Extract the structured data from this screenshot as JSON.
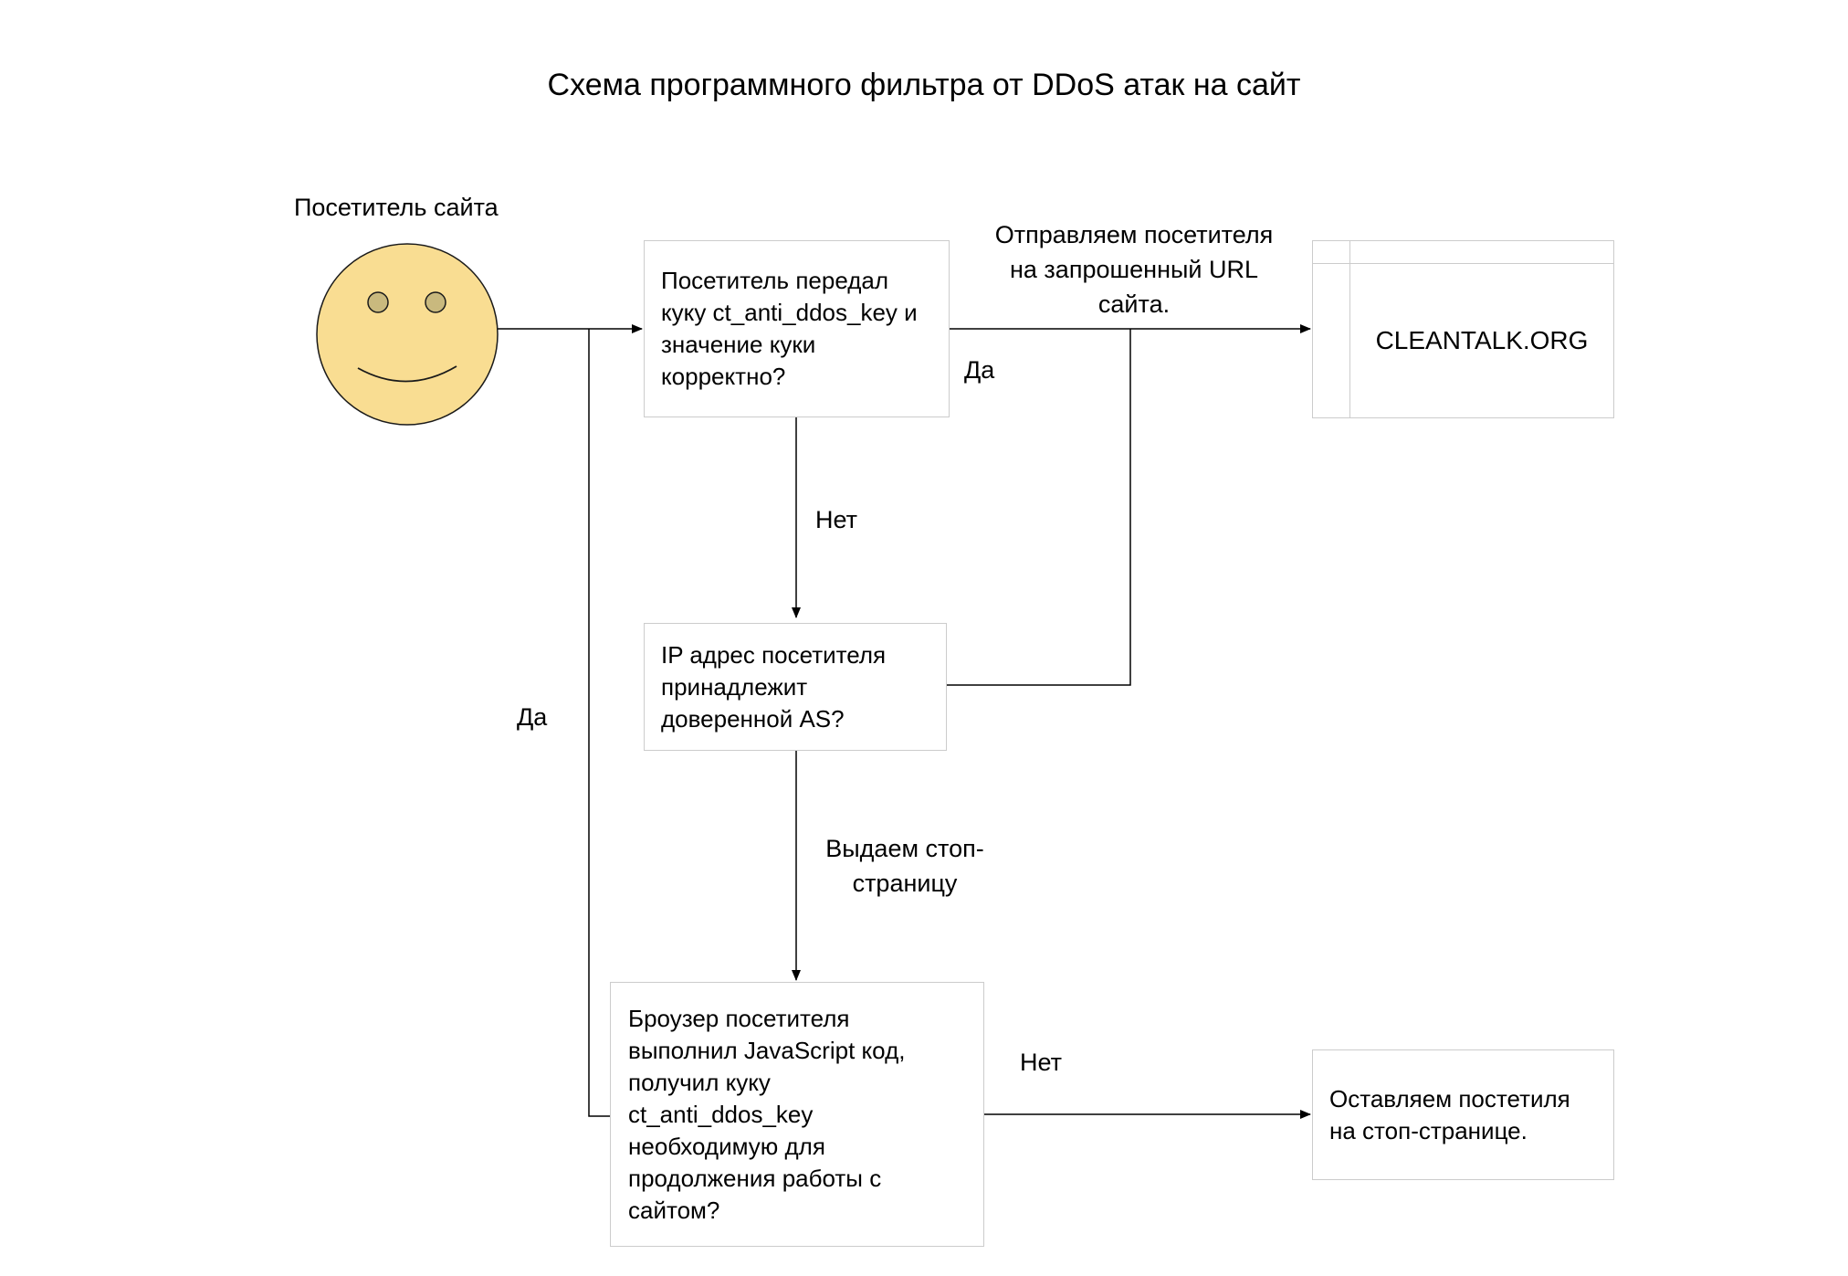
{
  "title": "Схема программного фильтра от DDoS атак на сайт",
  "visitor": {
    "label": "Посетитель сайта"
  },
  "nodes": {
    "cookie_check": "Посетитель передал куку ct_anti_ddos_key и значение куки корректно?",
    "as_check": "IP адрес посетителя принадлежит доверенной AS?",
    "js_check": "Броузер посетителя выполнил JavaScript код, получил куку ct_anti_ddos_key необходимую для продолжения работы с сайтом?",
    "leave_on_stop_page": "Оставляем постетиля на стоп-странице.",
    "site": "CLEANTALK.ORG"
  },
  "edge_labels": {
    "send_to_url": "Отправляем посетителя на запрошенный URL сайта.",
    "yes_to_site": "Да",
    "no_to_as_check": "Нет",
    "issue_stop_page": "Выдаем стоп-страницу",
    "yes_loop": "Да",
    "no_to_stop_page": "Нет"
  },
  "colors": {
    "face_fill": "#F9DD92",
    "eye_fill": "#C9B97E",
    "box_border": "#cccccc",
    "line": "#000000"
  }
}
